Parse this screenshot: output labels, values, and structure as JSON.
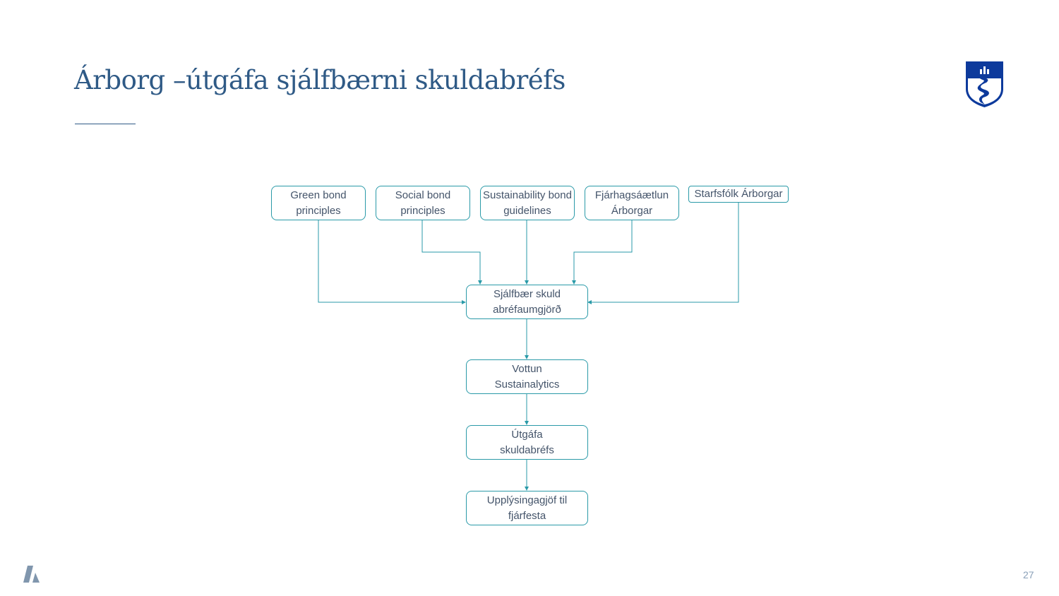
{
  "title": "Árborg –útgáfa sjálfbærni skuldabréfs",
  "page_number": "27",
  "colors": {
    "title": "#2f5a86",
    "connector": "#2a9aa8",
    "text": "#44546a",
    "crest": "#0d3a9c"
  },
  "diagram": {
    "sources": [
      "Green bond principles",
      "Social bond principles",
      "Sustainability bond guidelines",
      "Fjárhagsáætlun Árborgar",
      "Starfsfólk Árborgar"
    ],
    "framework": "Sjálfbær skuldabréfaumgjörð",
    "steps": [
      "Vottun Sustainalytics",
      "Útgáfa skuldabréfs",
      "Upplýsingagjöf til fjárfesta"
    ]
  }
}
